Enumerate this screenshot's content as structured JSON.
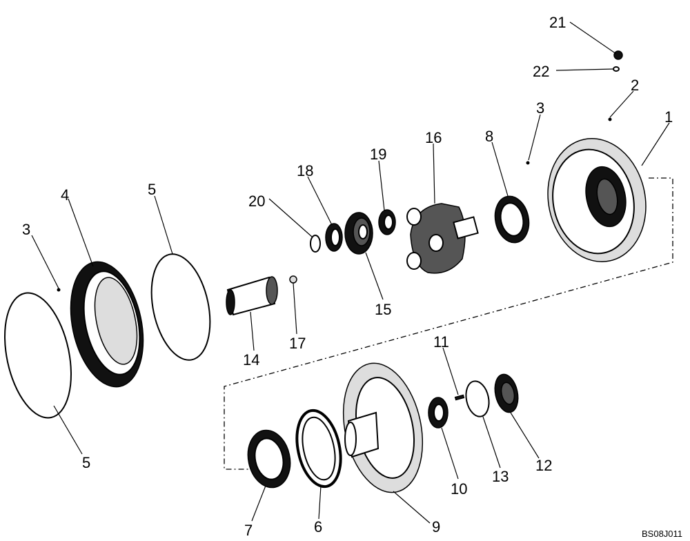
{
  "diagram": {
    "drawing_code": "BS08J011",
    "callouts": [
      "21",
      "22",
      "2",
      "1",
      "3",
      "8",
      "16",
      "19",
      "18",
      "20",
      "5",
      "4",
      "3",
      "14",
      "17",
      "15",
      "11",
      "5",
      "7",
      "6",
      "9",
      "10",
      "13",
      "12"
    ]
  }
}
